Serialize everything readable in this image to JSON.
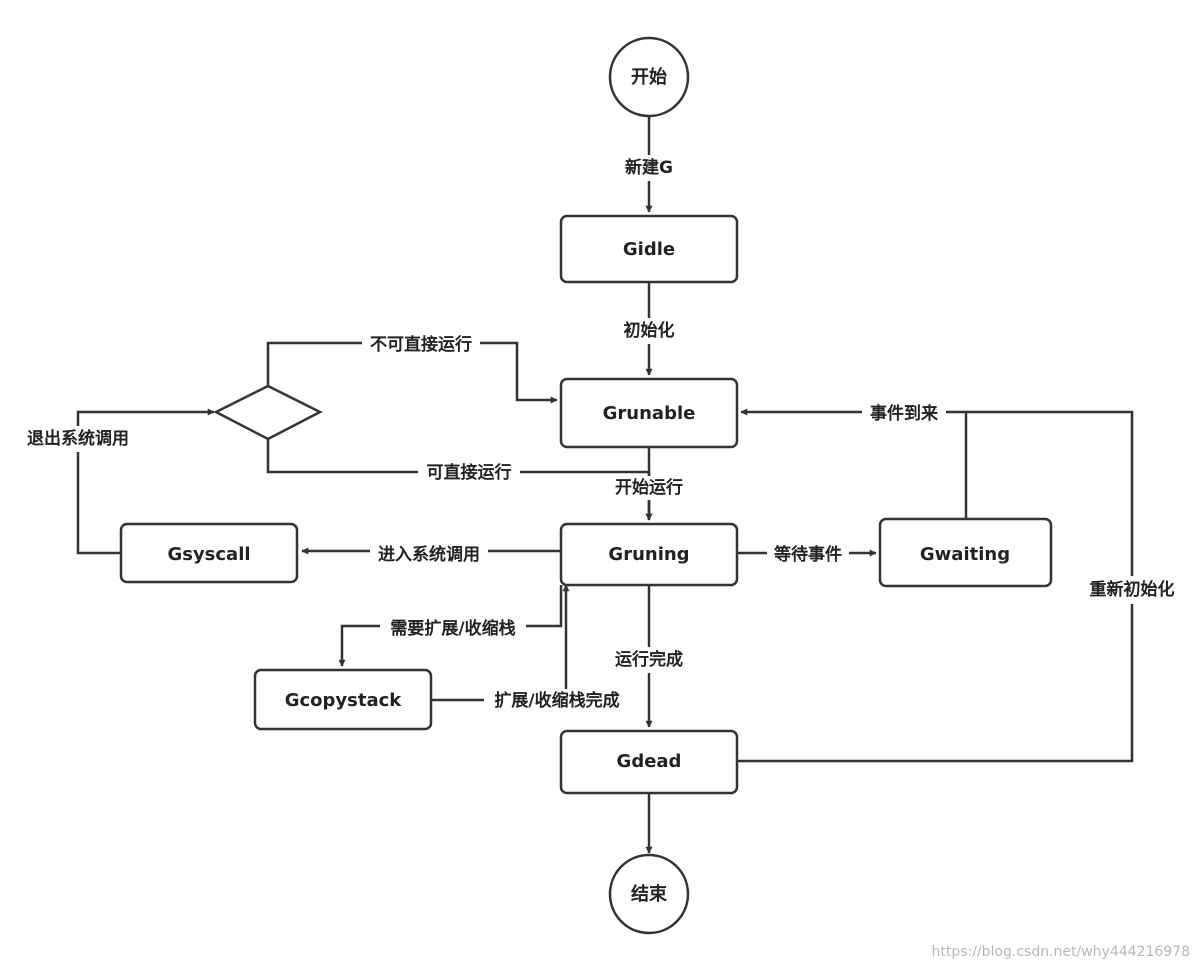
{
  "nodes": {
    "start": "开始",
    "gidle": "Gidle",
    "grunable": "Grunable",
    "gruning": "Gruning",
    "gsyscall": "Gsyscall",
    "gwaiting": "Gwaiting",
    "gcopystack": "Gcopystack",
    "gdead": "Gdead",
    "end": "结束"
  },
  "edges": {
    "new_g": "新建G",
    "init": "初始化",
    "cannot_run_directly": "不可直接运行",
    "can_run_directly": "可直接运行",
    "start_running": "开始运行",
    "exit_syscall": "退出系统调用",
    "enter_syscall": "进入系统调用",
    "wait_event": "等待事件",
    "event_arrived": "事件到来",
    "reinit": "重新初始化",
    "need_stack_resize": "需要扩展/收缩栈",
    "stack_resize_done": "扩展/收缩栈完成",
    "run_complete": "运行完成"
  },
  "watermark": "https://blog.csdn.net/why444216978",
  "colors": {
    "stroke": "#333333",
    "text": "#222222",
    "background": "#ffffff",
    "watermark": "#b8b8b8"
  }
}
